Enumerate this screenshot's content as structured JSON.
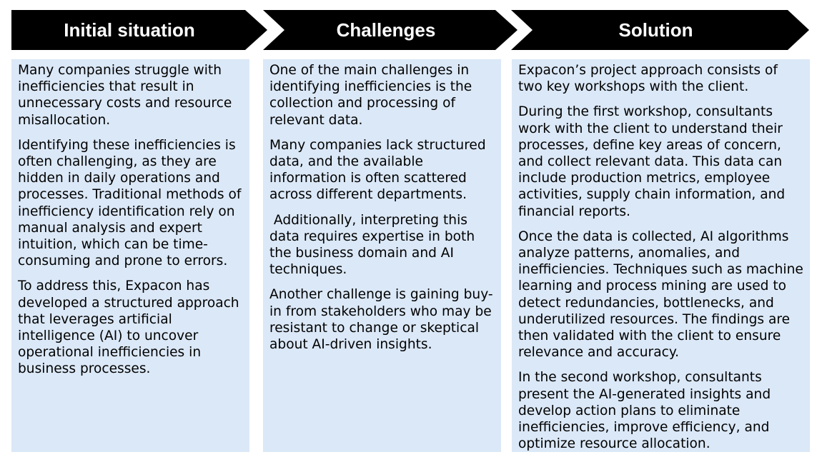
{
  "header": {
    "steps": [
      {
        "label": "Initial situation"
      },
      {
        "label": "Challenges"
      },
      {
        "label": "Solution"
      }
    ],
    "color": "#000000",
    "text_color": "#ffffff"
  },
  "panels": {
    "background_color": "#dbe8f7",
    "initial": {
      "paragraphs": [
        "Many companies struggle with inefficiencies that result in unnecessary costs and resource misallocation.",
        "Identifying these inefficiencies is often challenging, as they are hidden in daily operations and processes. Traditional methods of inefficiency identification rely on manual analysis and expert intuition, which can be time-consuming and prone to errors.",
        "To address this, Expacon has developed a structured approach that leverages artificial intelligence (AI) to uncover operational inefficiencies in business processes."
      ]
    },
    "challenges": {
      "paragraphs": [
        "One of the main challenges in identifying inefficiencies is the collection and processing of relevant data.",
        "Many companies lack structured data, and the available information is often scattered across different departments.",
        " Additionally, interpreting this data requires expertise in both the business domain and AI techniques.",
        "Another challenge is gaining buy-in from stakeholders who may be resistant to change or skeptical about AI-driven insights."
      ]
    },
    "solution": {
      "paragraphs": [
        "Expacon’s project approach consists of two key workshops with the client.",
        "During the first workshop, consultants work with the client to understand their processes, define key areas of concern, and collect relevant data. This data can include production metrics, employee activities, supply chain information, and financial reports.",
        "Once the data is collected, AI algorithms analyze patterns, anomalies, and inefficiencies. Techniques such as machine learning and process mining are used to detect redundancies, bottlenecks, and underutilized resources. The findings are then validated with the client to ensure relevance and accuracy.",
        "In the second workshop, consultants present the AI-generated insights and develop action plans to eliminate inefficiencies, improve efficiency, and optimize resource allocation."
      ]
    }
  }
}
